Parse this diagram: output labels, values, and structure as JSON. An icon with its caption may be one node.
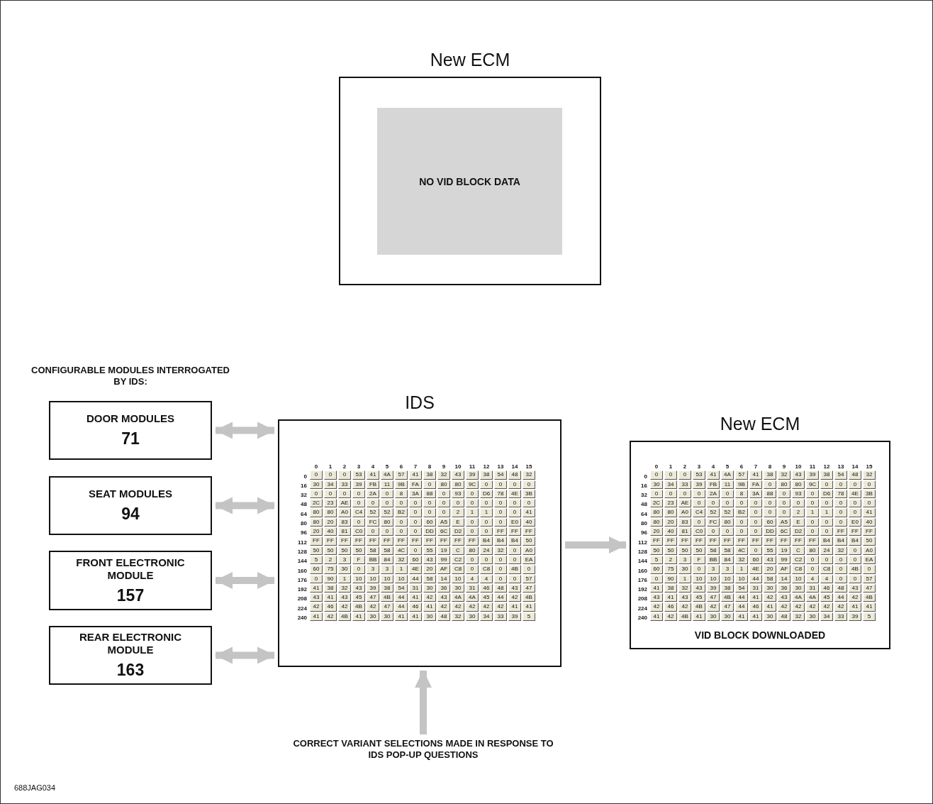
{
  "diagram": {
    "nodes": [
      {
        "text": [
          "New ECM"
        ]
      },
      {
        "text": [
          "NO VID BLOCK DATA"
        ],
        "in": 0
      },
      {
        "text": [
          "DOOR MODULES",
          "71"
        ]
      },
      {
        "text": [
          "SEAT MODULES",
          "94"
        ]
      },
      {
        "text": [
          "FRONT ELECTRONIC MODULE",
          "157"
        ]
      },
      {
        "text": [
          "REAR ELECTRONIC MODULE",
          "163"
        ]
      },
      {
        "text": [
          "IDS"
        ]
      },
      {
        "text": [
          "New ECM",
          "VID BLOCK DOWNLOADED"
        ]
      },
      {
        "text": [
          "CORRECT VARIANT SELECTIONS MADE IN RESPONSE TO IDS POP-UP QUESTIONS"
        ]
      }
    ],
    "edges": [
      {
        "from": 2,
        "to": 6,
        "arrow": "both"
      },
      {
        "from": 3,
        "to": 6,
        "arrow": "both"
      },
      {
        "from": 4,
        "to": 6,
        "arrow": "both"
      },
      {
        "from": 5,
        "to": 6,
        "arrow": "both"
      },
      {
        "from": 6,
        "to": 7,
        "arrow": "to"
      },
      {
        "from": 8,
        "to": 6,
        "arrow": "to"
      }
    ],
    "labels": [
      "CONFIGURABLE MODULES INTERROGATED BY IDS:",
      "0",
      "1",
      "2",
      "3",
      "4",
      "5",
      "6",
      "7",
      "8",
      "9",
      "10",
      "11",
      "12",
      "13",
      "14",
      "15",
      "0",
      "0",
      "0",
      "0",
      "53",
      "41",
      "4A",
      "57",
      "41",
      "38",
      "32",
      "43",
      "39",
      "38",
      "54",
      "48",
      "32",
      "16",
      "30",
      "34",
      "33",
      "39",
      "FB",
      "11",
      "9B",
      "FA",
      "0",
      "80",
      "80",
      "9C",
      "0",
      "0",
      "0",
      "0",
      "32",
      "0",
      "0",
      "0",
      "0",
      "2A",
      "0",
      "8",
      "3A",
      "88",
      "0",
      "93",
      "0",
      "D6",
      "78",
      "4E",
      "3B",
      "48",
      "2C",
      "23",
      "AE",
      "0",
      "0",
      "0",
      "0",
      "0",
      "0",
      "0",
      "0",
      "0",
      "0",
      "0",
      "0",
      "0",
      "64",
      "80",
      "80",
      "A0",
      "C4",
      "52",
      "52",
      "B2",
      "0",
      "0",
      "0",
      "2",
      "1",
      "1",
      "0",
      "0",
      "41",
      "80",
      "80",
      "20",
      "83",
      "0",
      "FC",
      "80",
      "0",
      "0",
      "60",
      "A5",
      "E",
      "0",
      "0",
      "0",
      "E0",
      "40",
      "96",
      "20",
      "40",
      "81",
      "C0",
      "0",
      "0",
      "0",
      "0",
      "DD",
      "6C",
      "D2",
      "0",
      "0",
      "FF",
      "FF",
      "FF",
      "112",
      "FF",
      "FF",
      "FF",
      "FF",
      "FF",
      "FF",
      "FF",
      "FF",
      "FF",
      "FF",
      "FF",
      "FF",
      "B4",
      "B4",
      "B4",
      "50",
      "128",
      "50",
      "50",
      "50",
      "50",
      "58",
      "58",
      "4C",
      "0",
      "55",
      "19",
      "C",
      "80",
      "24",
      "32",
      "0",
      "A0",
      "144",
      "5",
      "2",
      "3",
      "F",
      "BB",
      "84",
      "32",
      "60",
      "43",
      "99",
      "C2",
      "0",
      "0",
      "0",
      "0",
      "EA",
      "160",
      "60",
      "75",
      "30",
      "0",
      "3",
      "3",
      "1",
      "4E",
      "20",
      "AF",
      "C8",
      "0",
      "C8",
      "0",
      "4B",
      "0",
      "176",
      "0",
      "90",
      "1",
      "10",
      "10",
      "10",
      "10",
      "44",
      "58",
      "14",
      "10",
      "4",
      "4",
      "0",
      "0",
      "57",
      "192",
      "41",
      "38",
      "32",
      "43",
      "39",
      "38",
      "54",
      "31",
      "30",
      "36",
      "30",
      "31",
      "46",
      "48",
      "43",
      "47",
      "208",
      "43",
      "41",
      "43",
      "45",
      "47",
      "4B",
      "44",
      "41",
      "42",
      "43",
      "4A",
      "4A",
      "45",
      "44",
      "42",
      "4B",
      "224",
      "42",
      "46",
      "42",
      "4B",
      "42",
      "47",
      "44",
      "46",
      "41",
      "42",
      "42",
      "42",
      "42",
      "42",
      "41",
      "41",
      "240",
      "41",
      "42",
      "4B",
      "41",
      "30",
      "30",
      "41",
      "41",
      "30",
      "48",
      "32",
      "30",
      "34",
      "33",
      "39",
      "5",
      "0",
      "1",
      "2",
      "3",
      "4",
      "5",
      "6",
      "7",
      "8",
      "9",
      "10",
      "11",
      "12",
      "13",
      "14",
      "15",
      "0",
      "0",
      "0",
      "0",
      "53",
      "41",
      "4A",
      "57",
      "41",
      "38",
      "32",
      "43",
      "39",
      "38",
      "54",
      "48",
      "32",
      "16",
      "30",
      "34",
      "33",
      "39",
      "FB",
      "11",
      "9B",
      "FA",
      "0",
      "80",
      "80",
      "9C",
      "0",
      "0",
      "0",
      "0",
      "32",
      "0",
      "0",
      "0",
      "0",
      "2A",
      "0",
      "8",
      "3A",
      "88",
      "0",
      "93",
      "0",
      "D6",
      "78",
      "4E",
      "3B",
      "48",
      "2C",
      "23",
      "AE",
      "0",
      "0",
      "0",
      "0",
      "0",
      "0",
      "0",
      "0",
      "0",
      "0",
      "0",
      "0",
      "0",
      "64",
      "80",
      "80",
      "A0",
      "C4",
      "52",
      "52",
      "B2",
      "0",
      "0",
      "0",
      "2",
      "1",
      "1",
      "0",
      "0",
      "41",
      "80",
      "80",
      "20",
      "83",
      "0",
      "FC",
      "80",
      "0",
      "0",
      "60",
      "A5",
      "E",
      "0",
      "0",
      "0",
      "E0",
      "40",
      "96",
      "20",
      "40",
      "81",
      "C0",
      "0",
      "0",
      "0",
      "0",
      "DD",
      "6C",
      "D2",
      "0",
      "0",
      "FF",
      "FF",
      "FF",
      "112",
      "FF",
      "FF",
      "FF",
      "FF",
      "FF",
      "FF",
      "FF",
      "FF",
      "FF",
      "FF",
      "FF",
      "FF",
      "B4",
      "B4",
      "B4",
      "50",
      "128",
      "50",
      "50",
      "50",
      "50",
      "58",
      "58",
      "4C",
      "0",
      "55",
      "19",
      "C",
      "80",
      "24",
      "32",
      "0",
      "A0",
      "144",
      "5",
      "2",
      "3",
      "F",
      "BB",
      "84",
      "32",
      "60",
      "43",
      "99",
      "C2",
      "0",
      "0",
      "0",
      "0",
      "EA",
      "160",
      "60",
      "75",
      "30",
      "0",
      "3",
      "3",
      "1",
      "4E",
      "20",
      "AF",
      "C8",
      "0",
      "C8",
      "0",
      "4B",
      "0",
      "176",
      "0",
      "90",
      "1",
      "10",
      "10",
      "10",
      "10",
      "44",
      "58",
      "14",
      "10",
      "4",
      "4",
      "0",
      "0",
      "57",
      "192",
      "41",
      "38",
      "32",
      "43",
      "39",
      "38",
      "54",
      "31",
      "30",
      "36",
      "30",
      "31",
      "46",
      "48",
      "43",
      "47",
      "208",
      "43",
      "41",
      "43",
      "45",
      "47",
      "4B",
      "44",
      "41",
      "42",
      "43",
      "4A",
      "4A",
      "45",
      "44",
      "42",
      "4B",
      "224",
      "42",
      "46",
      "42",
      "4B",
      "42",
      "47",
      "44",
      "46",
      "41",
      "42",
      "42",
      "42",
      "42",
      "42",
      "41",
      "41",
      "240",
      "41",
      "42",
      "4B",
      "41",
      "30",
      "30",
      "41",
      "41",
      "30",
      "48",
      "32",
      "30",
      "34",
      "33",
      "39",
      "5",
      "688JAG034"
    ]
  }
}
